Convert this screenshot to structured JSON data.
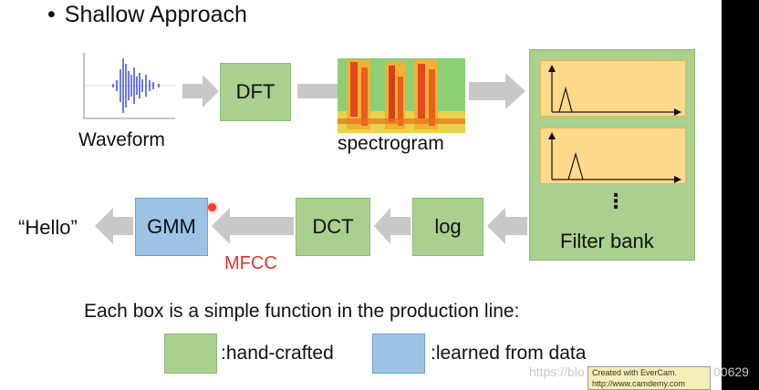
{
  "title": "Shallow Approach",
  "bullet": "•",
  "nodes": {
    "waveform_label": "Waveform",
    "dft": "DFT",
    "spectrogram_label": "spectrogram",
    "filter_bank_label": "Filter bank",
    "filter_bank_ellipsis": "⋮",
    "log": "log",
    "dct": "DCT",
    "gmm": "GMM",
    "mfcc_label": "MFCC",
    "output": "“Hello”"
  },
  "caption": "Each box is a simple function in the production line:",
  "legend": {
    "hand_crafted": ":hand-crafted",
    "learned": ":learned from data"
  },
  "watermark": {
    "url": "https://blo",
    "suffix": "00629",
    "evercam_line1": "Created with EverCam.",
    "evercam_line2": "http://www.camdemy.com"
  },
  "colors": {
    "green_box": "#a9d08e",
    "blue_box": "#9dc3e6",
    "filter_box": "#ffd98c",
    "arrow": "#c8c8c8",
    "mfcc": "#e8302a"
  }
}
